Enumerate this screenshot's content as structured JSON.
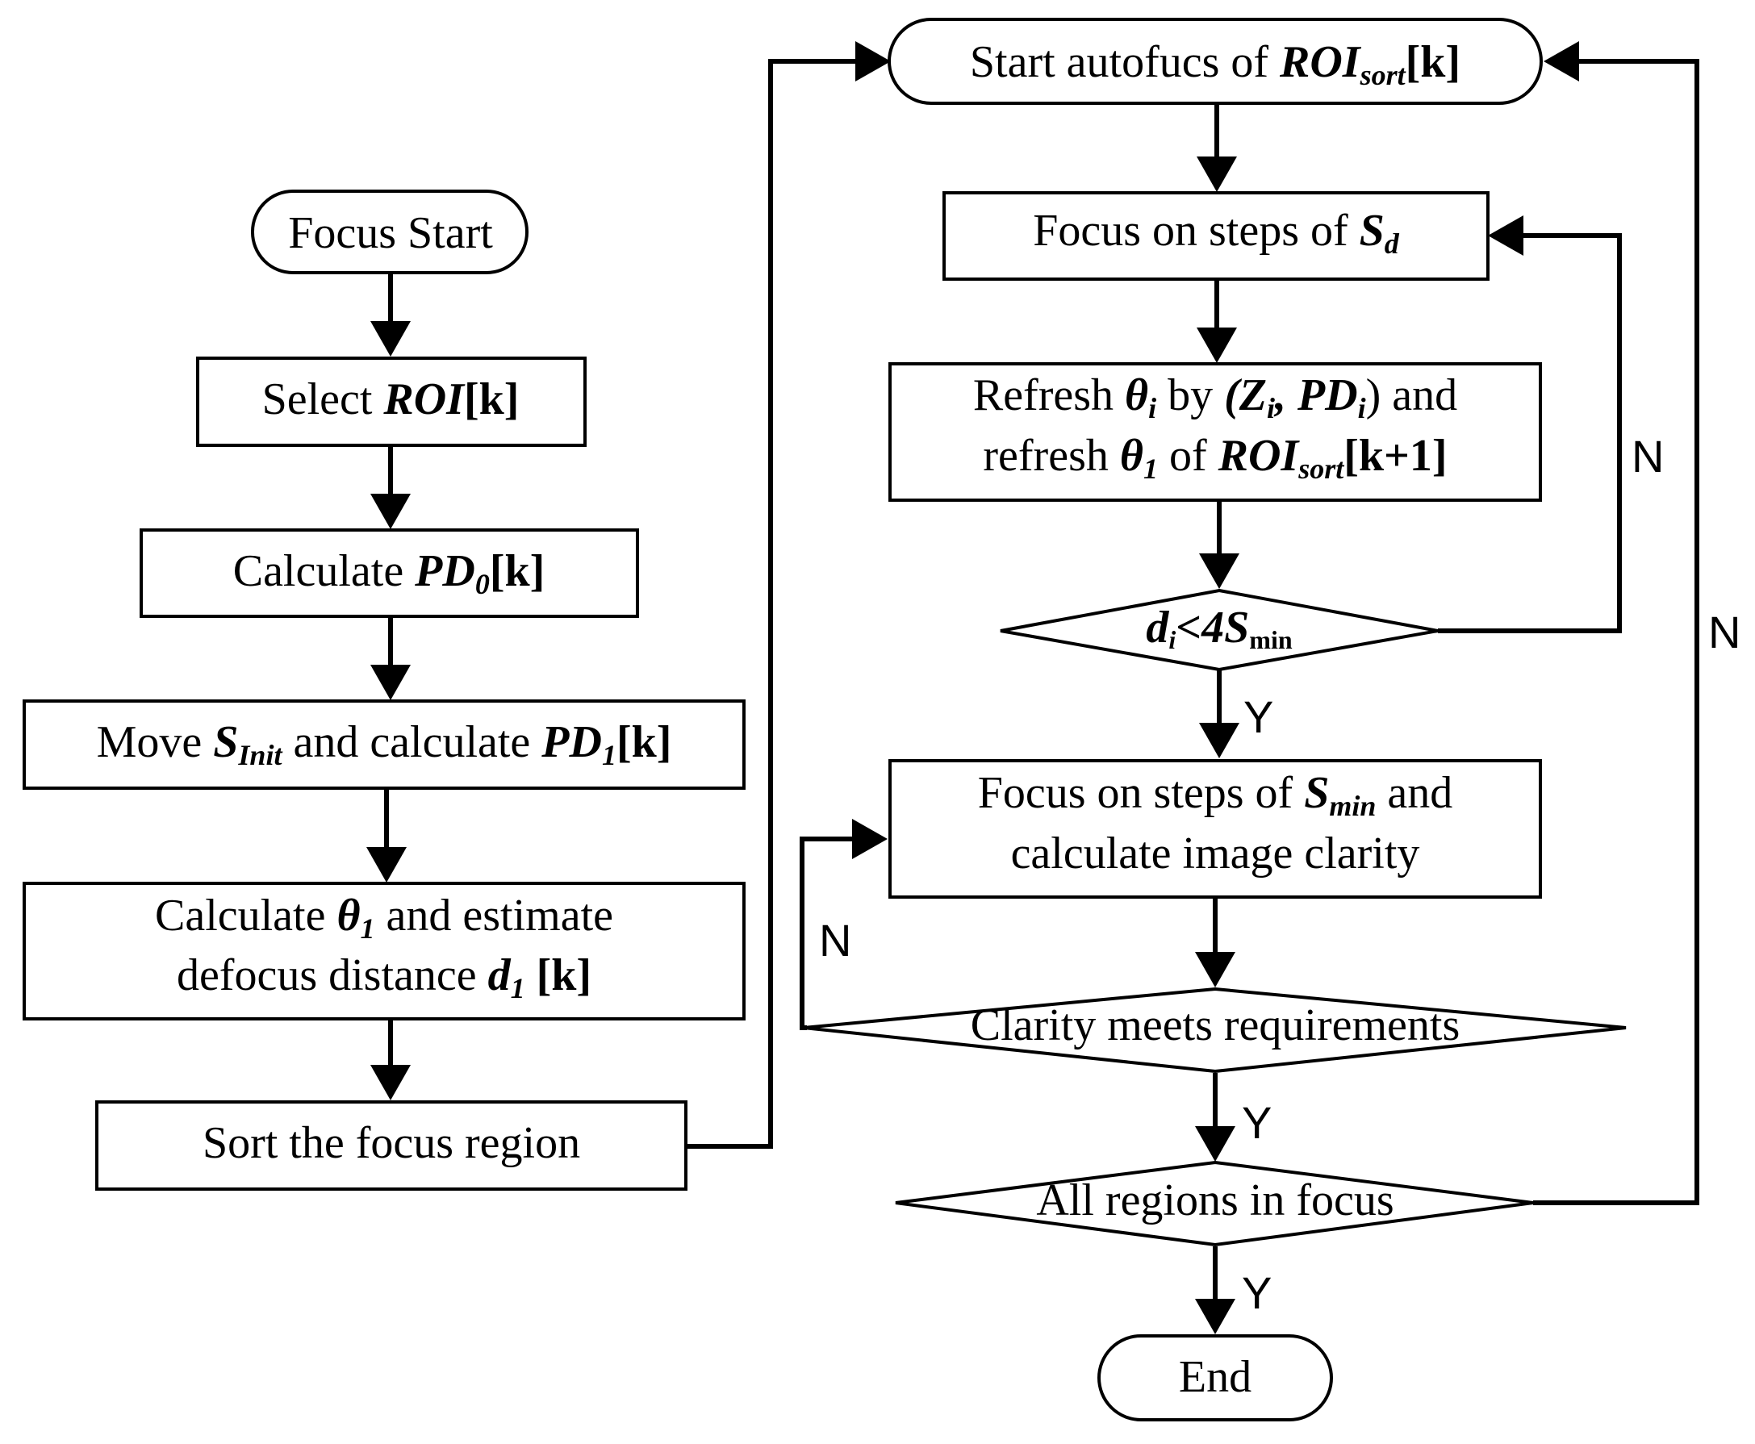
{
  "nodes": {
    "focus_start": {
      "text": "Focus Start"
    },
    "select_roi": {
      "prefix": "Select ",
      "var": "ROI",
      "suffix": "[k]"
    },
    "calc_pd0": {
      "prefix": "Calculate ",
      "var": "PD",
      "sub": "0",
      "suffix": "[k]"
    },
    "move_sinit": {
      "prefix": "Move ",
      "var1": "S",
      "sub1": "Init",
      "mid": " and calculate  ",
      "var2": "PD",
      "sub2": "1",
      "suffix": "[k]"
    },
    "calc_theta": {
      "line1_prefix": "Calculate  ",
      "line1_var": "θ",
      "line1_sub": "1",
      "line1_suffix": " and estimate",
      "line2_prefix": "defocus distance ",
      "line2_var": "d",
      "line2_sub": "1",
      "line2_suffix": " [k]"
    },
    "sort_region": {
      "text": "Sort the focus region"
    },
    "start_autofocus": {
      "prefix": "Start autofucs of ",
      "var": "ROI",
      "sub": "sort",
      "suffix": "[k]"
    },
    "focus_sd": {
      "prefix": "Focus on steps of ",
      "var": "S",
      "sub": "d"
    },
    "refresh": {
      "line1_prefix": "Refresh ",
      "line1_var": "θ",
      "line1_sub": "i",
      "line1_mid": " by  ",
      "line1_paren": "(Z",
      "line1_sub2": "i",
      "line1_comma": ", PD",
      "line1_sub3": "i",
      "line1_suffix": ") and",
      "line2_prefix": "refresh ",
      "line2_var": "θ",
      "line2_sub": "1",
      "line2_mid": " of ",
      "line2_var2": "ROI",
      "line2_sub2": "sort",
      "line2_suffix": "[k+1]"
    },
    "decision_di": {
      "var": "d",
      "sub": "i",
      "mid": "<4S",
      "sub2": "min"
    },
    "focus_smin": {
      "line1_prefix": "Focus on steps of ",
      "line1_var": "S",
      "line1_sub": "min",
      "line1_suffix": " and",
      "line2": "calculate image clarity"
    },
    "decision_clarity": {
      "text": "Clarity meets requirements"
    },
    "decision_all": {
      "text": "All regions in focus"
    },
    "end": {
      "text": "End"
    }
  },
  "edge_labels": {
    "di_no": "N",
    "di_yes": "Y",
    "clarity_no": "N",
    "clarity_yes": "Y",
    "all_no": "N",
    "all_yes": "Y"
  }
}
